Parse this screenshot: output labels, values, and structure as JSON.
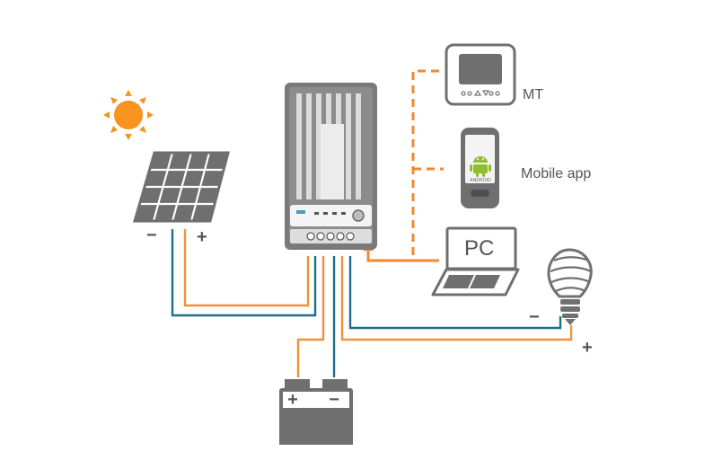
{
  "labels": {
    "mt": "MT",
    "mobile_app": "Mobile app",
    "pc": "PC",
    "android": "ANDROID"
  },
  "signs": {
    "panel_minus": "−",
    "panel_plus": "+",
    "battery_plus": "+",
    "battery_minus": "−",
    "load_minus": "−",
    "load_plus": "+"
  },
  "colors": {
    "positive_wire": "#f0923a",
    "negative_wire": "#1d6f8c",
    "comm_link": "#f08a2e",
    "sun": "#f7931e",
    "device_gray": "#707070"
  },
  "icons": [
    "sun-icon",
    "solar-panel-icon",
    "charge-controller-icon",
    "meter-display-icon",
    "android-phone-icon",
    "laptop-icon",
    "light-bulb-icon",
    "battery-icon"
  ]
}
